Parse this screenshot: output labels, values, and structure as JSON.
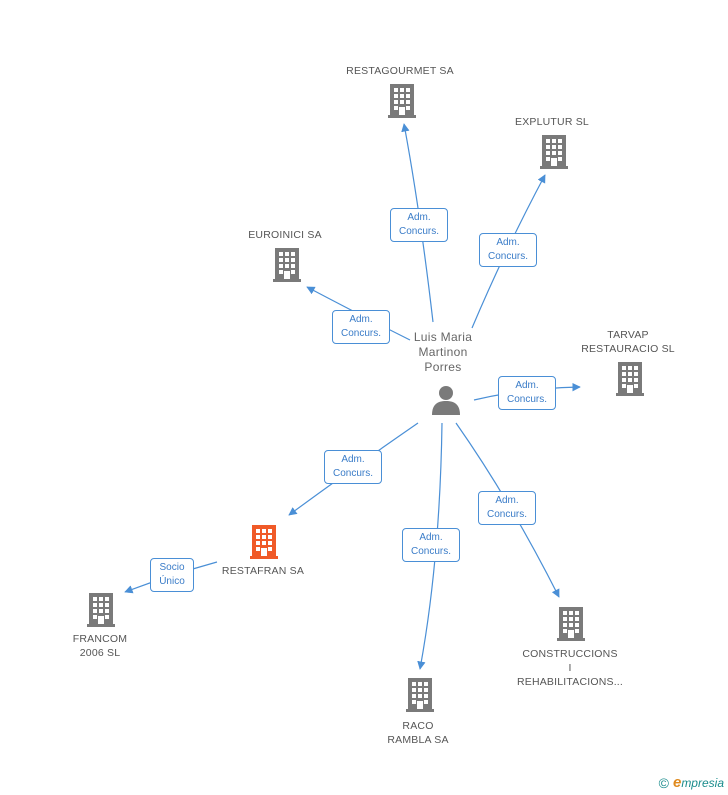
{
  "person": {
    "name": "Luis Maria\nMartinon\nPorres"
  },
  "companies": [
    {
      "id": "restagourmet",
      "label": "RESTAGOURMET SA"
    },
    {
      "id": "explutur",
      "label": "EXPLUTUR SL"
    },
    {
      "id": "euroinici",
      "label": "EUROINICI SA"
    },
    {
      "id": "tarvap",
      "label": "TARVAP\nRESTAURACIO SL"
    },
    {
      "id": "restafran",
      "label": "RESTAFRAN SA",
      "highlight": true
    },
    {
      "id": "francom",
      "label": "FRANCOM\n2006 SL"
    },
    {
      "id": "raco",
      "label": "RACO\nRAMBLA SA"
    },
    {
      "id": "construccions",
      "label": "CONSTRUCCIONS\nI\nREHABILITACIONS..."
    }
  ],
  "edges": [
    {
      "id": "e-restagourmet",
      "label": "Adm.\nConcurs."
    },
    {
      "id": "e-explutur",
      "label": "Adm.\nConcurs."
    },
    {
      "id": "e-euroinici",
      "label": "Adm.\nConcurs."
    },
    {
      "id": "e-tarvap",
      "label": "Adm.\nConcurs."
    },
    {
      "id": "e-restafran",
      "label": "Adm.\nConcurs."
    },
    {
      "id": "e-raco",
      "label": "Adm.\nConcurs."
    },
    {
      "id": "e-construccions",
      "label": "Adm.\nConcurs."
    },
    {
      "id": "e-francom",
      "label": "Socio\nÚnico"
    }
  ],
  "colors": {
    "edge": "#4a8fd6",
    "building": "#7a7a7a",
    "highlight": "#f05a28",
    "person": "#7a7a7a"
  },
  "footer": {
    "copyright": "©",
    "brand_e": "e",
    "brand_rest": "mpresia"
  }
}
